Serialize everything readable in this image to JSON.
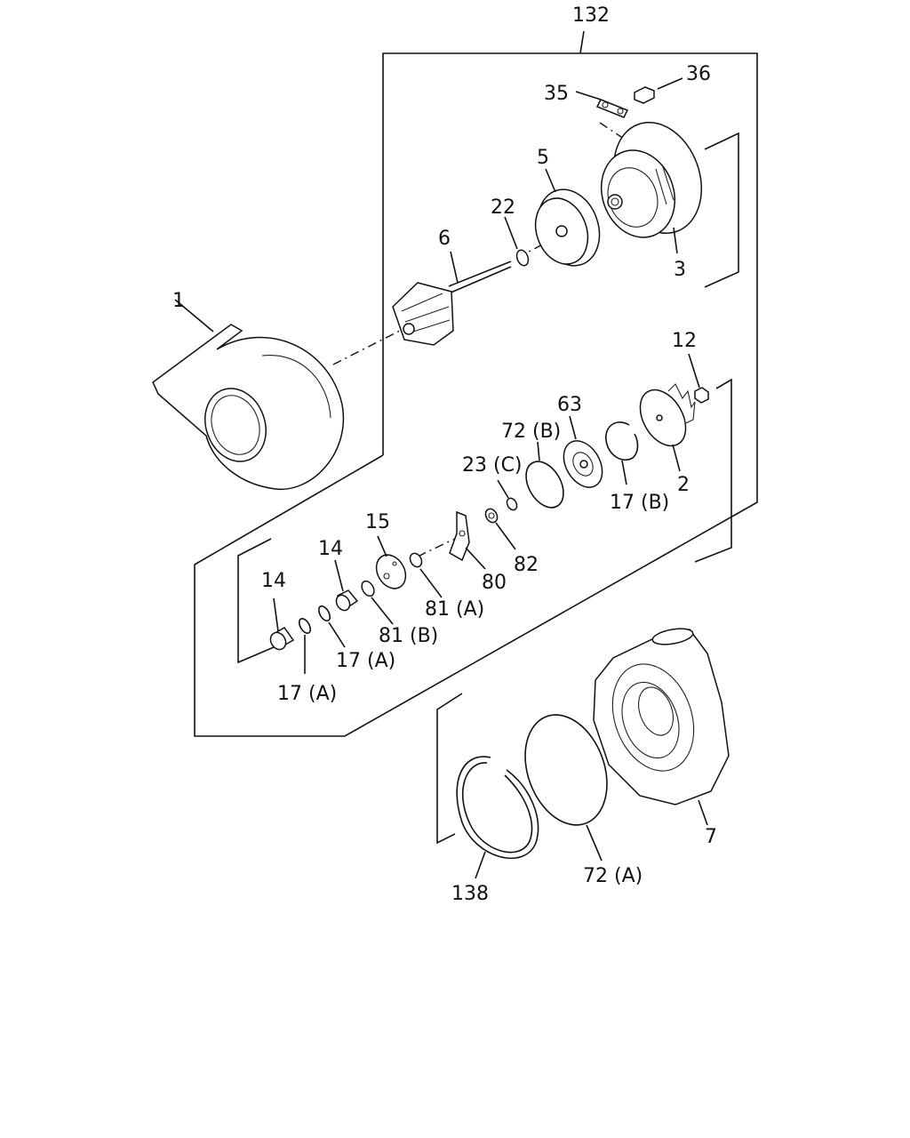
{
  "labels": {
    "p132": "132",
    "p36": "36",
    "p35": "35",
    "p5": "5",
    "p22": "22",
    "p6": "6",
    "p3": "3",
    "p1": "1",
    "p12": "12",
    "p63": "63",
    "p72b": "72 (B)",
    "p23c": "23 (C)",
    "p17b": "17 (B)",
    "p2": "2",
    "p15": "15",
    "p14a": "14",
    "p14b": "14",
    "p80": "80",
    "p82": "82",
    "p81a": "81 (A)",
    "p81b": "81 (B)",
    "p17a1": "17 (A)",
    "p17a2": "17 (A)",
    "p7": "7",
    "p72a": "72 (A)",
    "p138": "138"
  }
}
